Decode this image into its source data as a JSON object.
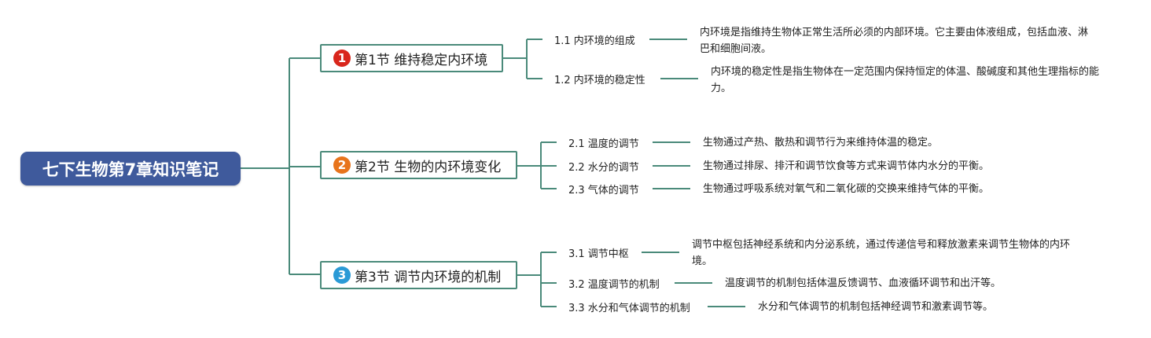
{
  "title": "七下生物第7章知识笔记",
  "colors": {
    "root_bg": "#3f5a9c",
    "line": "#4a8a7a",
    "badge1": "#d9261c",
    "badge2": "#e8741c",
    "badge3": "#2a9ad6"
  },
  "sections": [
    {
      "number": "1",
      "label": "第1节 维持稳定内环境",
      "items": [
        {
          "label": "1.1 内环境的组成",
          "desc": "内环境是指维持生物体正常生活所必须的内部环境。它主要由体液组成，包括血液、淋巴和细胞间液。"
        },
        {
          "label": "1.2 内环境的稳定性",
          "desc": "内环境的稳定性是指生物体在一定范围内保持恒定的体温、酸碱度和其他生理指标的能力。"
        }
      ]
    },
    {
      "number": "2",
      "label": "第2节 生物的内环境变化",
      "items": [
        {
          "label": "2.1 温度的调节",
          "desc": "生物通过产热、散热和调节行为来维持体温的稳定。"
        },
        {
          "label": "2.2 水分的调节",
          "desc": "生物通过排尿、排汗和调节饮食等方式来调节体内水分的平衡。"
        },
        {
          "label": "2.3 气体的调节",
          "desc": "生物通过呼吸系统对氧气和二氧化碳的交换来维持气体的平衡。"
        }
      ]
    },
    {
      "number": "3",
      "label": "第3节 调节内环境的机制",
      "items": [
        {
          "label": "3.1 调节中枢",
          "desc": "调节中枢包括神经系统和内分泌系统，通过传递信号和释放激素来调节生物体的内环境。"
        },
        {
          "label": "3.2 温度调节的机制",
          "desc": "温度调节的机制包括体温反馈调节、血液循环调节和出汗等。"
        },
        {
          "label": "3.3 水分和气体调节的机制",
          "desc": "水分和气体调节的机制包括神经调节和激素调节等。"
        }
      ]
    }
  ]
}
